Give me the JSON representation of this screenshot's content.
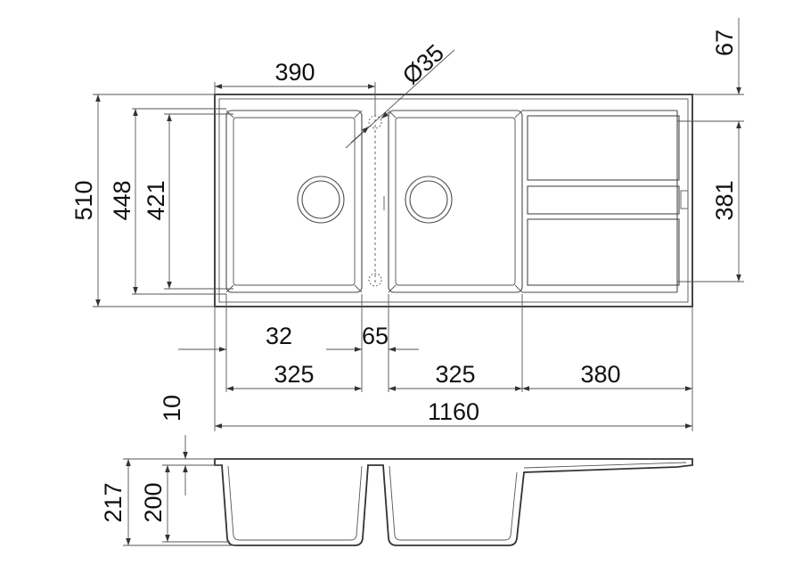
{
  "drawing": {
    "plan_view": {
      "label_width_bowl": "390",
      "label_hole_dia": "Ø35",
      "label_depth_top": "67",
      "label_outer_height": "510",
      "label_mid_height": "448",
      "label_inner_height": "421",
      "label_drainer_height": "381",
      "label_offset": "32",
      "label_gap": "65",
      "label_bowl1": "325",
      "label_bowl2": "325",
      "label_drainer": "380",
      "label_total": "1160"
    },
    "section_view": {
      "label_rim": "10",
      "label_total_depth": "217",
      "label_bowl_depth": "200"
    }
  }
}
